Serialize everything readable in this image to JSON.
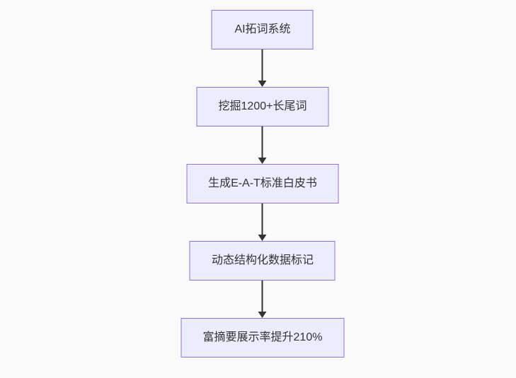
{
  "page": {
    "background_color": "#fafafa"
  },
  "flowchart": {
    "type": "flowchart",
    "direction": "top-down",
    "style": {
      "node_fill_color": "#ECECFF",
      "node_border_color": "#9370DB",
      "node_text_color": "#333333",
      "arrow_color": "#333333"
    },
    "nodes": [
      {
        "label": "AI拓词系统"
      },
      {
        "label": "挖掘1200+长尾词"
      },
      {
        "label": "生成E-A-T标准白皮书"
      },
      {
        "label": "动态结构化数据标记"
      },
      {
        "label": "富摘要展示率提升210%"
      }
    ],
    "edges": [
      {
        "from": 0,
        "to": 1,
        "arrow": "down"
      },
      {
        "from": 1,
        "to": 2,
        "arrow": "down"
      },
      {
        "from": 2,
        "to": 3,
        "arrow": "down"
      },
      {
        "from": 3,
        "to": 4,
        "arrow": "down"
      }
    ]
  }
}
